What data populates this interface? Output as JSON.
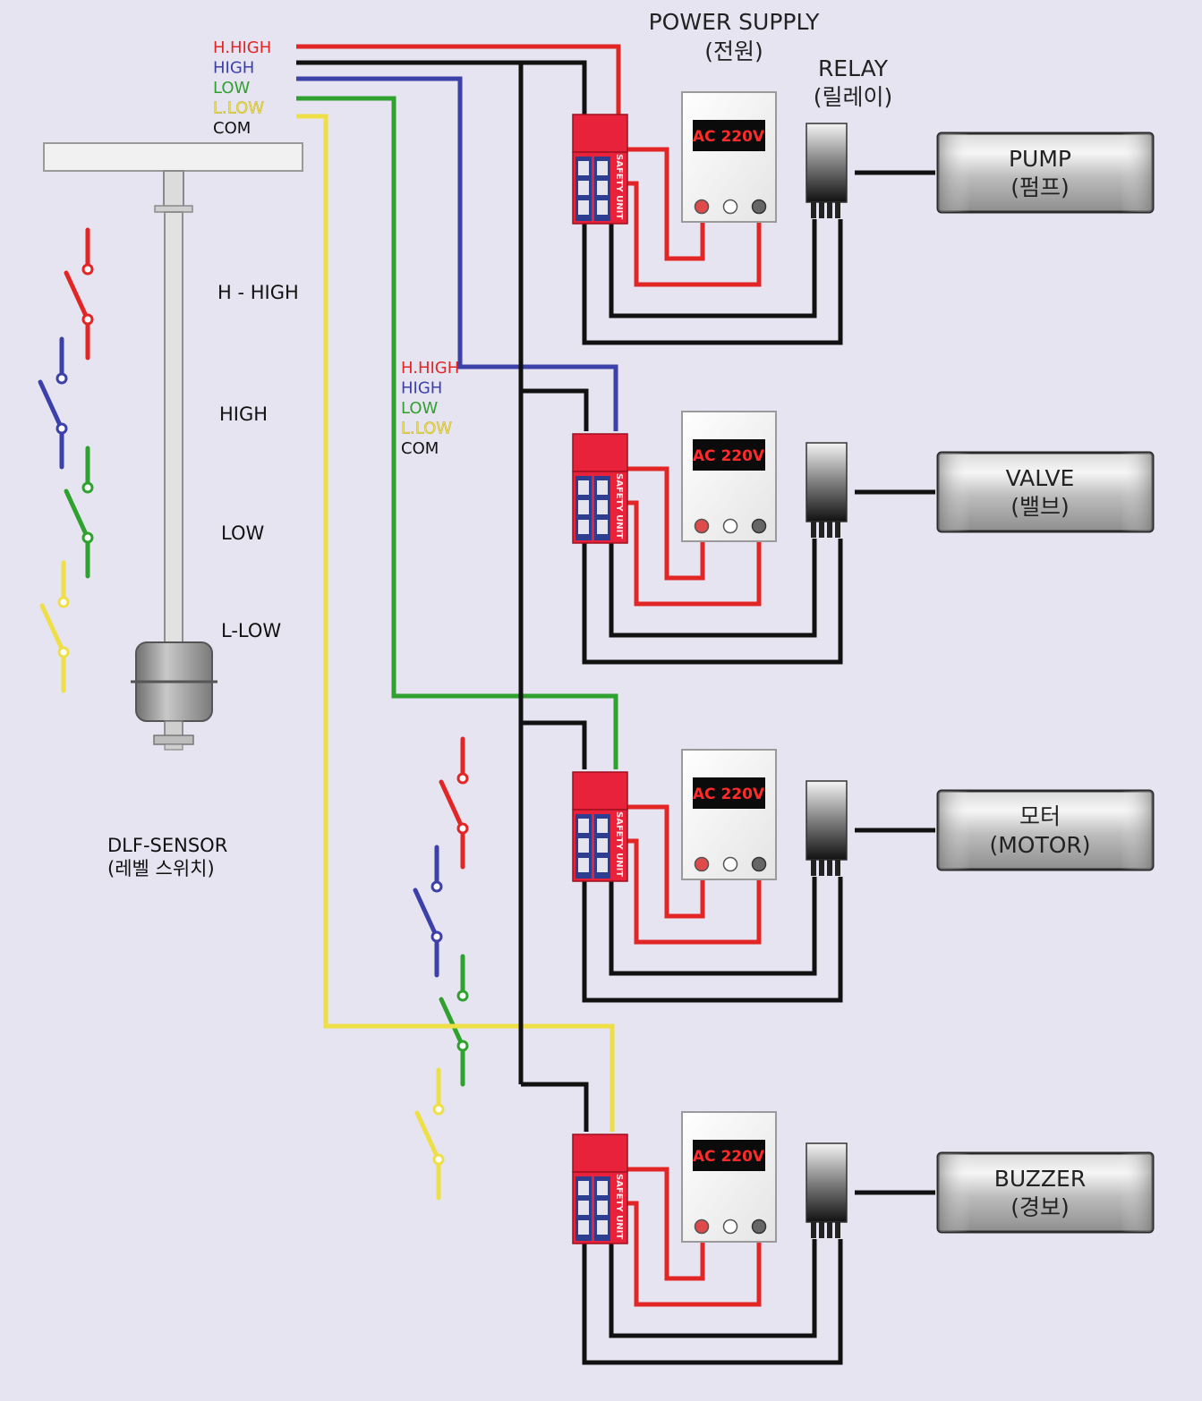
{
  "colors": {
    "background": "#e7e4f1",
    "wire_hhigh": "#e22626",
    "wire_high": "#3b41a8",
    "wire_low": "#2fa12f",
    "wire_llow": "#eedf46",
    "wire_com": "#111111",
    "safety_unit": "#e8223a",
    "display_text": "#ff2a2a"
  },
  "sensor_wire_legend": [
    {
      "label": "H.HIGH",
      "color": "#e22626"
    },
    {
      "label": "HIGH",
      "color": "#3b41a8"
    },
    {
      "label": "LOW",
      "color": "#2fa12f"
    },
    {
      "label": "L.LOW",
      "color": "#eedf46"
    },
    {
      "label": "COM",
      "color": "#111111"
    }
  ],
  "mid_wire_legend": [
    {
      "label": "H.HIGH",
      "color": "#e22626"
    },
    {
      "label": "HIGH",
      "color": "#3b41a8"
    },
    {
      "label": "LOW",
      "color": "#2fa12f"
    },
    {
      "label": "L.LOW",
      "color": "#eedf46"
    },
    {
      "label": "COM",
      "color": "#111111"
    }
  ],
  "level_labels": [
    "H - HIGH",
    "HIGH",
    "LOW",
    "L-LOW"
  ],
  "sensor": {
    "name": "DLF-SENSOR",
    "name_ko": "(레벨 스위치)"
  },
  "power_supply": {
    "title": "POWER SUPPLY",
    "title_ko": "(전원)",
    "display": "AC  220V"
  },
  "relay": {
    "title": "RELAY",
    "title_ko": "(릴레이)"
  },
  "safety_unit_label": "SAFETY UNIT",
  "outputs": [
    {
      "line1": "PUMP",
      "line2": "(펌프)"
    },
    {
      "line1": "VALVE",
      "line2": "(밸브)"
    },
    {
      "line1": "모터",
      "line2": "(MOTOR)"
    },
    {
      "line1": "BUZZER",
      "line2": "(경보)"
    }
  ]
}
